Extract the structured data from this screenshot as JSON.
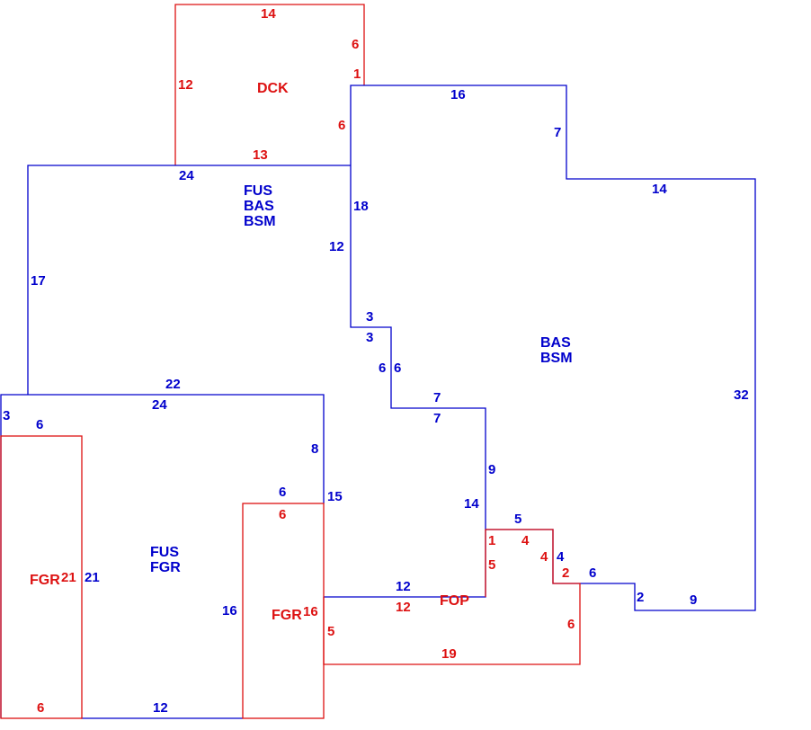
{
  "colors": {
    "blue": "#0000cc",
    "red": "#dd1111",
    "magenta": "#cc1166",
    "background": "#ffffff"
  },
  "areas": {
    "dck": "DCK",
    "fus_upper": [
      "FUS",
      "BAS",
      "BSM"
    ],
    "bas_right": [
      "BAS",
      "BSM"
    ],
    "fus_lower": [
      "FUS",
      "FGR"
    ],
    "fgr_left": "FGR",
    "fgr_mid": "FGR",
    "fop": "FOP"
  },
  "blue_dimensions": [
    "16",
    "7",
    "14",
    "32",
    "9",
    "2",
    "6",
    "4",
    "5",
    "9",
    "14",
    "7",
    "7",
    "6",
    "6",
    "3",
    "3",
    "12",
    "18",
    "24",
    "17",
    "22",
    "24",
    "3",
    "6",
    "8",
    "15",
    "6",
    "21",
    "16",
    "12",
    "12"
  ],
  "red_dimensions": [
    "14",
    "6",
    "1",
    "12",
    "6",
    "13",
    "1",
    "4",
    "4",
    "5",
    "2",
    "6",
    "19",
    "12",
    "5",
    "6",
    "16",
    "21",
    "6"
  ]
}
